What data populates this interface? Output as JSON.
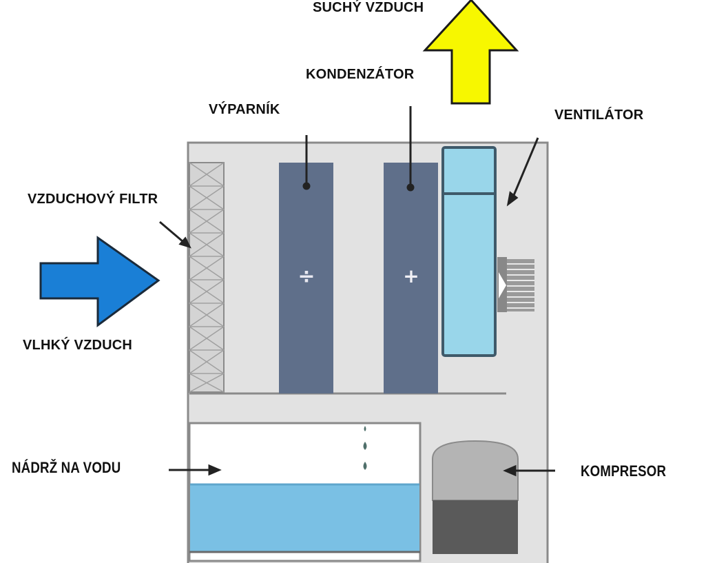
{
  "labels": {
    "dry_air": "SUCHÝ VZDUCH",
    "condenser": "KONDENZÁTOR",
    "evaporator": "VÝPARNÍK",
    "fan": "VENTILÁTOR",
    "air_filter": "VZDUCHOVÝ FILTR",
    "humid_air": "VLHKÝ VZDUCH",
    "water_tank": "NÁDRŽ NA VODU",
    "compressor": "KOMPRESOR"
  },
  "symbols": {
    "evaporator_sign": "÷",
    "condenser_sign": "+"
  },
  "colors": {
    "housing": "#e2e2e2",
    "housing_border": "#8a8a8a",
    "coil": "#5f6f8a",
    "fan_body": "#99d6ea",
    "fan_border": "#3f5a6a",
    "water": "#7ac0e4",
    "compressor_top": "#b4b4b4",
    "compressor_bottom": "#5a5a5a",
    "dry_air_arrow": "#f7f700",
    "humid_air_arrow": "#1a7fd6"
  }
}
